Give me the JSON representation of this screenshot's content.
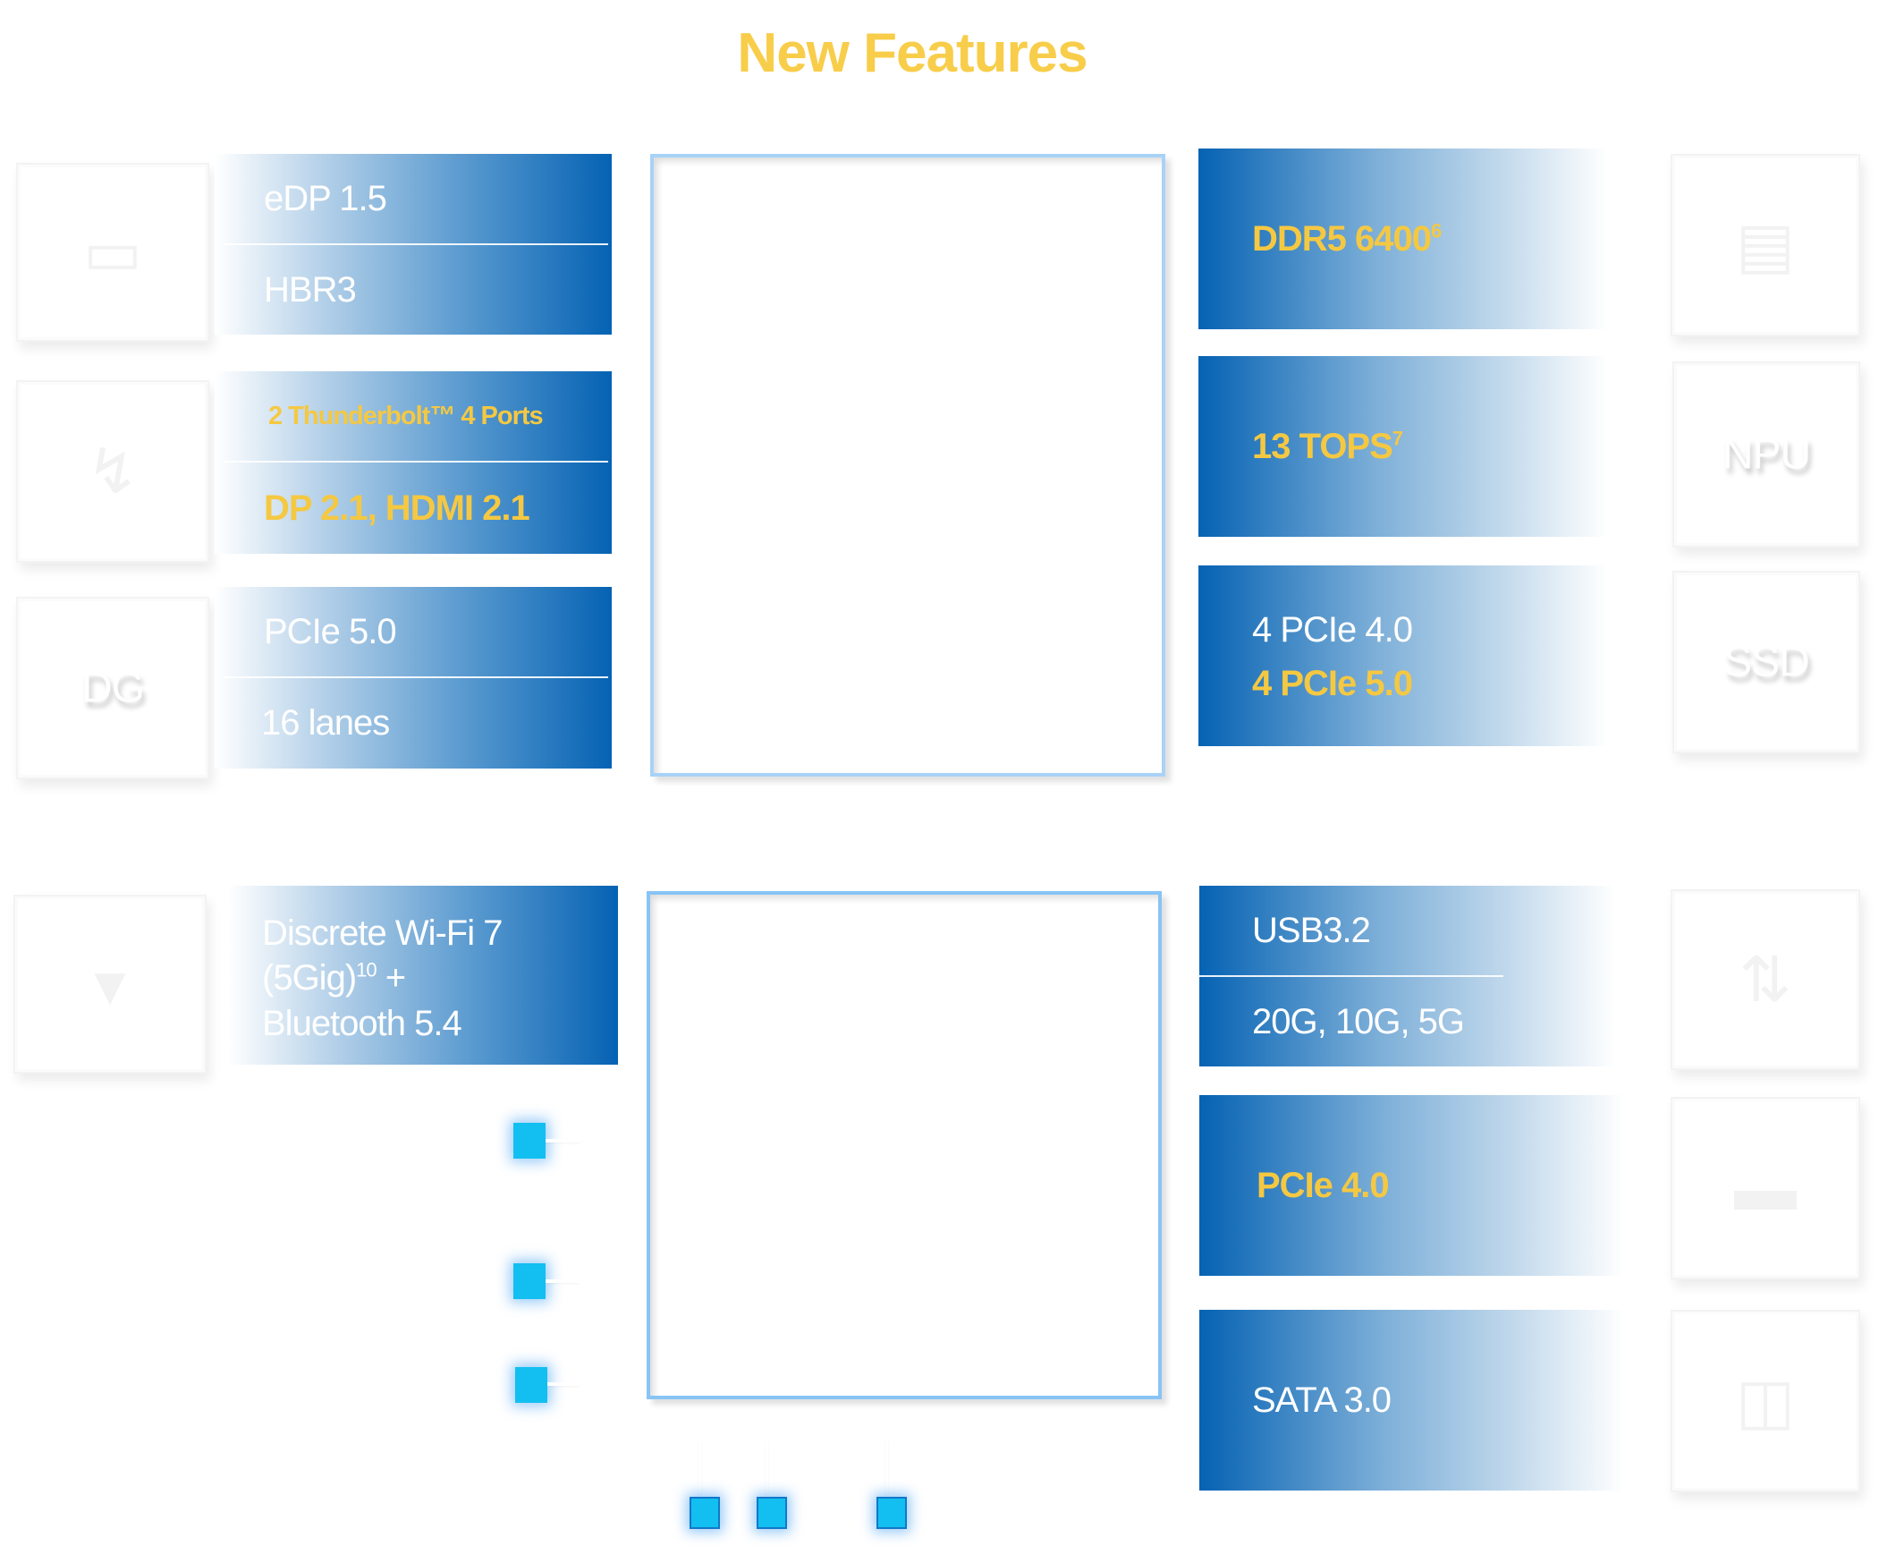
{
  "title": "New Features",
  "colors": {
    "title_gold": "#f8cd4a",
    "highlight_gold": "#f5c842",
    "band_blue": "#0562b3",
    "chip_border": "#a8d2f7",
    "node_cyan": "#12bff0"
  },
  "left_column": [
    {
      "icon": "display-icon",
      "lines": [
        {
          "text": "eDP 1.5",
          "highlight": false
        },
        {
          "text": "HBR3",
          "highlight": false
        }
      ]
    },
    {
      "icon": "thunderbolt-icon",
      "lines": [
        {
          "text": "2 Thunderbolt™ 4 Ports",
          "highlight": true
        },
        {
          "text": "DP 2.1, HDMI 2.1",
          "highlight": true
        }
      ]
    },
    {
      "icon_label": "DG",
      "lines": [
        {
          "text": "PCIe 5.0",
          "highlight": false
        },
        {
          "text": "16 lanes",
          "highlight": false
        }
      ]
    },
    {
      "icon": "wifi-icon",
      "lines": [
        {
          "text": "Discrete Wi-Fi 7",
          "highlight": false
        },
        {
          "text": "(5Gig)",
          "sup": "10",
          "suffix": " +",
          "highlight": false
        },
        {
          "text": "Bluetooth 5.4",
          "highlight": false
        }
      ]
    }
  ],
  "right_column": [
    {
      "icon": "memory-icon",
      "lines": [
        {
          "text": "DDR5 6400",
          "sup": "6",
          "highlight": true
        }
      ]
    },
    {
      "icon_label": "NPU",
      "lines": [
        {
          "text": "13 TOPS",
          "sup": "7",
          "highlight": true
        }
      ]
    },
    {
      "icon_label": "SSD",
      "lines": [
        {
          "text": "4 PCIe 4.0",
          "highlight": false
        },
        {
          "text": "4 PCIe 5.0",
          "highlight": true
        }
      ]
    },
    {
      "icon": "usb-icon",
      "lines": [
        {
          "text": "USB3.2",
          "highlight": false
        },
        {
          "text": "20G, 10G, 5G",
          "highlight": false
        }
      ]
    },
    {
      "icon": "pcie-slot-icon",
      "lines": [
        {
          "text": "PCIe 4.0",
          "highlight": true
        }
      ]
    },
    {
      "icon": "sata-drive-icon",
      "lines": [
        {
          "text": "SATA 3.0",
          "highlight": false
        }
      ]
    }
  ],
  "processor_chip": {
    "ghost_lines": [
      "",
      "",
      "",
      ""
    ]
  },
  "chipset_chip": {
    "ghost_lines": [
      "",
      "",
      ""
    ]
  },
  "left_nodes": 3,
  "bottom_nodes": 3
}
